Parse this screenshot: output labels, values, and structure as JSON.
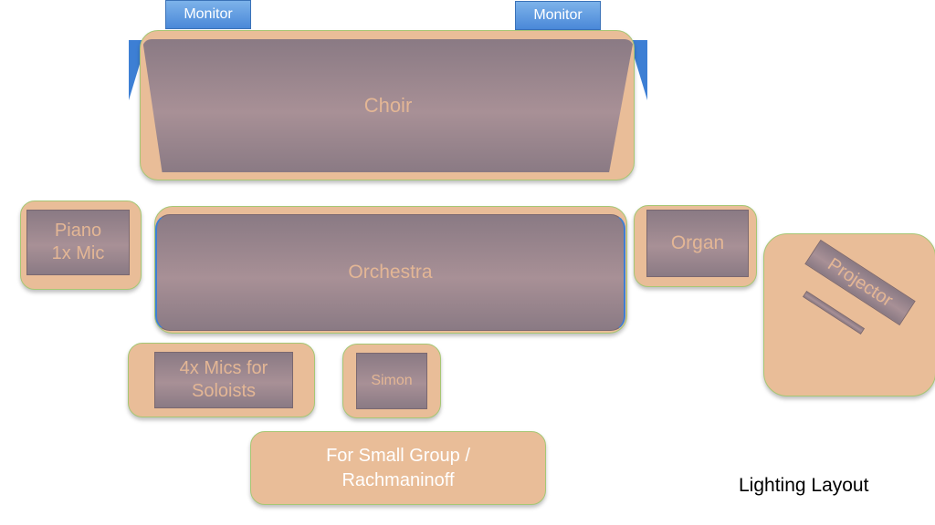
{
  "monitors": [
    "Monitor",
    "Monitor"
  ],
  "choir": {
    "label": "Choir"
  },
  "piano": {
    "label_line1": "Piano",
    "label_line2": "1x Mic"
  },
  "orchestra": {
    "label": "Orchestra"
  },
  "organ": {
    "label": "Organ"
  },
  "projector": {
    "label": "Projector"
  },
  "soloists": {
    "label_line1": "4x Mics for",
    "label_line2": "Soloists"
  },
  "simon": {
    "label": "Simon"
  },
  "small_group": {
    "label_line1": "For Small Group /",
    "label_line2": "Rachmaninoff"
  },
  "footer": {
    "caption": "Lighting Layout"
  },
  "colors": {
    "zone_fill": "#e9bd98",
    "zone_border": "#a6c774",
    "block_fill": "#9a8890",
    "block_text": "#e3b695",
    "monitor_fill": "#5b95dd",
    "wing_fill": "#3d7fd4"
  }
}
